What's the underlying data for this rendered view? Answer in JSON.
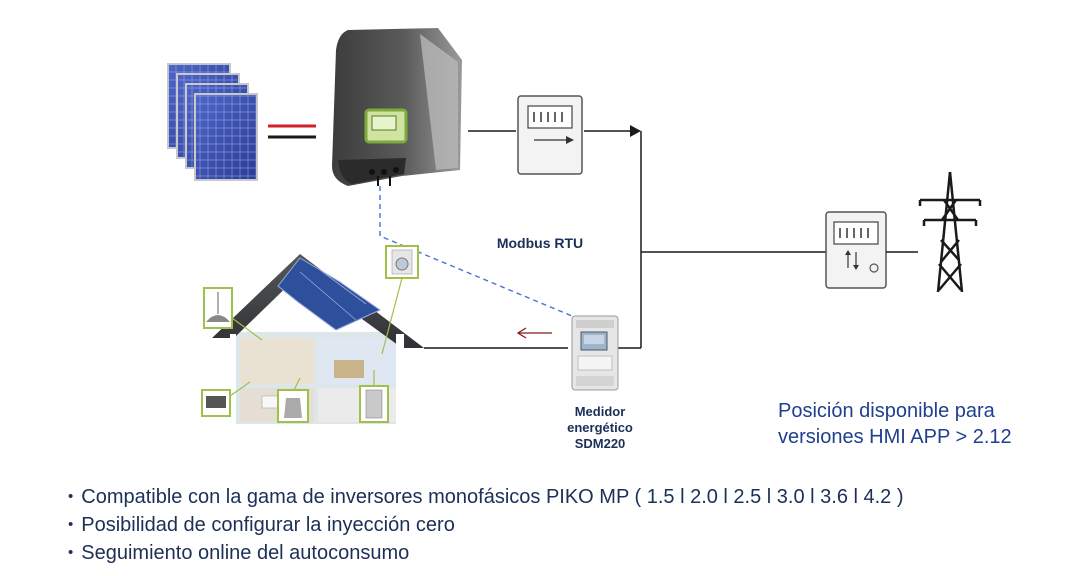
{
  "labels": {
    "protocol": "Modbus RTU",
    "meter": [
      "Medidor",
      "energético",
      "SDM220"
    ],
    "hmi_note": [
      "Posición disponible para",
      "versiones HMI APP > 2.12"
    ]
  },
  "bullets": [
    "Compatible con la gama de inversores monofásicos PIKO MP ( 1.5 l 2.0 l 2.5 l 3.0 l 3.6 l 4.2 )",
    "Posibilidad de configurar la inyección cero",
    "Seguimiento online del autoconsumo"
  ],
  "colors": {
    "dc_positive": "#d0202a",
    "dc_negative": "#1a1a1a",
    "modbus_link": "#4a6fd6",
    "flow_arrow": "#8a1a1a",
    "text": "#1c2f57",
    "note": "#1f3f8f"
  },
  "icons": {
    "solar": "solar-panels-icon",
    "inverter": "inverter-icon",
    "production_meter": "production-meter-icon",
    "grid_meter": "bidirectional-meter-icon",
    "tower": "power-tower-icon",
    "house": "house-icon",
    "smart_meter": "sdm220-meter-icon"
  }
}
